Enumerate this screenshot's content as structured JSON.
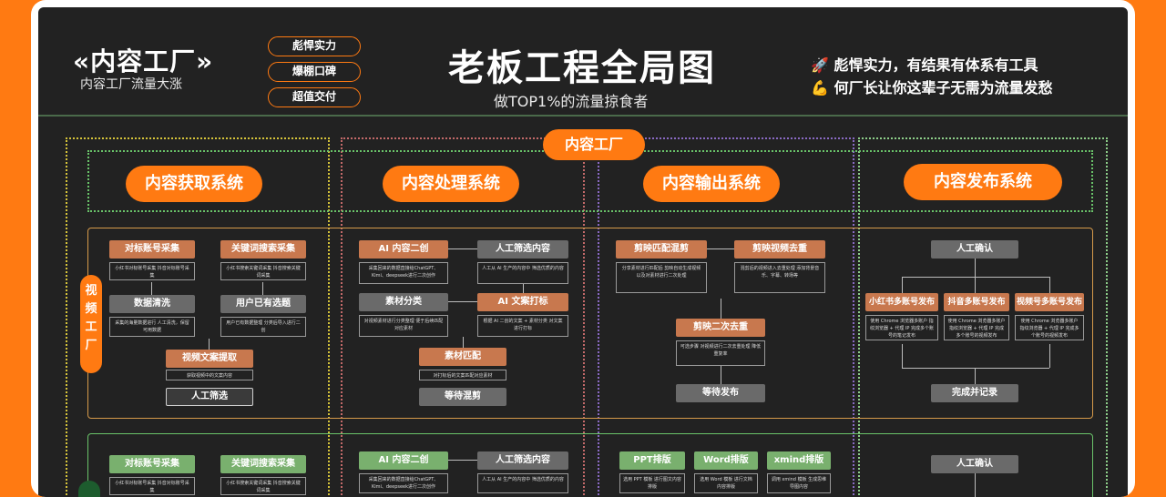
{
  "header": {
    "logo": "«内容工厂»",
    "logo_sub": "内容工厂流量大涨",
    "pills": [
      "彪悍实力",
      "爆棚口碑",
      "超值交付"
    ],
    "title": "老板工程全局图",
    "subtitle": "做TOP1%的流量掠食者",
    "motto_1": "🚀 彪悍实力，有结果有体系有工具",
    "motto_2": "💪 何厂长让你这辈子无需为流量发愁"
  },
  "factory_tag": "内容工厂",
  "side_tag": "视频工厂",
  "systems": [
    "内容获取系统",
    "内容处理系统",
    "内容输出系统",
    "内容发布系统"
  ],
  "video": {
    "acquire": {
      "target": "对标账号采集",
      "target_desc": "小红书对标账号采集 抖音对标账号采集",
      "keyword": "关键词搜索采集",
      "keyword_desc": "小红书搜索关键词采集 抖音搜索关键词采集",
      "clean": "数据清洗",
      "clean_desc": "采集的海量数据进行 人工清洗，保留可用数据",
      "topic": "用户已有选题",
      "topic_desc": "用户已有数据整理 分类后导入进行二创",
      "extract": "视频文案提取",
      "extract_desc": "获取视频中的文案内容",
      "manual": "人工筛选"
    },
    "process": {
      "ai_create": "AI 内容二创",
      "ai_create_desc": "采集回来的数据直接给ChatGPT、Kimi、deepseek进行二次创作",
      "manual": "人工筛选内容",
      "manual_desc": "人工从 AI 生产的内容中 筛选优质的内容",
      "material": "素材分类",
      "material_desc": "对视频素材进行分类整理 便于后续匹配对应素材",
      "ai_tag": "AI 文案打标",
      "ai_tag_desc": "根据 AI 二创的文案 + 素材分类 对文案进行打标",
      "match": "素材匹配",
      "match_desc": "对打标后的文案匹配对应素材",
      "wait": "等待混剪"
    },
    "output": {
      "mix": "剪映匹配混剪",
      "mix_desc": "分享素材进行匹配后 剪映自动生成视频 以及对素材进行二次处理",
      "dedup": "剪映视频去重",
      "dedup_desc": "混剪后的视频进入去重处理 添加背景音乐、字幕、转场等",
      "dedup2": "剪映二次去重",
      "dedup2_desc": "可选步骤 对视频进行二次去重处理 降低重复率",
      "wait": "等待发布"
    },
    "publish": {
      "confirm": "人工确认",
      "xhs": "小红书多账号发布",
      "xhs_desc": "使用 Chrome 浏览器多账户 指纹浏览器 + 代理 IP 完成多个账号的笔记发布",
      "dy": "抖音多账号发布",
      "dy_desc": "使用 Chrome 浏览器多账户 指纹浏览器 + 代理 IP 完成多个账号的视频发布",
      "sph": "视频号多账号发布",
      "sph_desc": "使用 Chrome 浏览器多账户 指纹浏览器 + 代理 IP 完成多个账号的视频发布",
      "done": "完成并记录"
    }
  },
  "text": {
    "acquire": {
      "target": "对标账号采集",
      "target_desc": "小红书对标账号采集 抖音对标账号采集",
      "keyword": "关键词搜索采集",
      "keyword_desc": "小红书搜索关键词采集 抖音搜索关键词采集"
    },
    "process": {
      "ai_create": "AI 内容二创",
      "ai_create_desc": "采集回来的数据直接给ChatGPT、Kimi、deepseek进行二次创作",
      "manual": "人工筛选内容",
      "manual_desc": "人工从 AI 生产的内容中 筛选优质的内容"
    },
    "output": {
      "ppt": "PPT排版",
      "ppt_desc": "选用 PPT 模板 进行图文内容排版",
      "word": "Word排版",
      "word_desc": "选用 Word 模板 进行文档内容排版",
      "xmind": "xmind排版",
      "xmind_desc": "调用 xmind 模板 生成思维导图内容"
    },
    "publish": {
      "confirm": "人工确认"
    }
  },
  "colors": {
    "background": "#ff7a12",
    "board": "#222222",
    "accent": "#ff7a12",
    "step_orange": "#c8784e",
    "step_green": "#79b06e"
  }
}
